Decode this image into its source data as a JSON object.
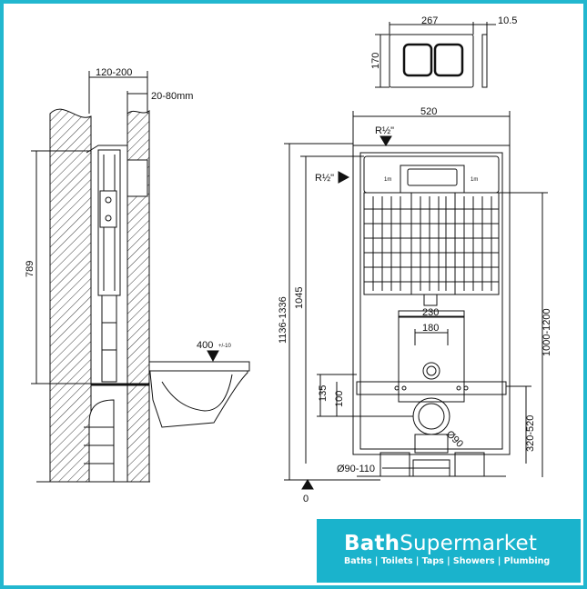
{
  "dimensions": {
    "plate_width": "267",
    "plate_depth": "10.5",
    "plate_height": "170",
    "wall_depth": "120-200",
    "gap": "20-80mm",
    "frame_width": "520",
    "inlet_top": "R½\"",
    "inlet_side": "R½\"",
    "left_height": "789",
    "bowl_height_value": "400",
    "bowl_height_tol": "+/-10",
    "total_height": "1136-1336",
    "height_1045": "1045",
    "height_1000_1200": "1000-1200",
    "bracket_230": "230",
    "bracket_180": "180",
    "dim_135": "135",
    "dim_100": "100",
    "pipe_diameter": "Ø90",
    "dim_320_520": "320-520",
    "bottom_pipe": "Ø90-110",
    "floor_zero": "0",
    "tank_label_1": "1m",
    "tank_label_2": "1m"
  },
  "brand": {
    "name_bold": "Bath",
    "name_regular": "Supermarket",
    "tagline": "Baths | Toilets | Taps | Showers | Plumbing",
    "accent_color": "#1ab3cc",
    "frame_color": "#22b7cf"
  }
}
